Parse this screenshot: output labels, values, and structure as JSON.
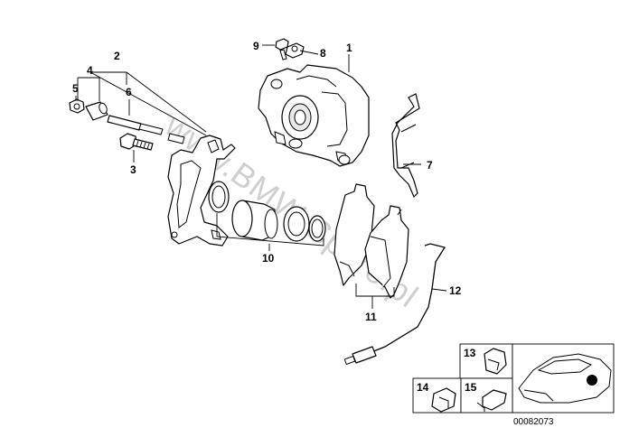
{
  "labels": {
    "p1": "1",
    "p2": "2",
    "p3": "3",
    "p4": "4",
    "p5": "5",
    "p6": "6",
    "p7": "7",
    "p8": "8",
    "p9": "9",
    "p10": "10",
    "p11": "11",
    "p12": "12",
    "p13": "13",
    "p14": "14",
    "p15": "15"
  },
  "watermark": "www.BMW-Spare.pl",
  "reference_code": "00082073",
  "colors": {
    "line": "#000000",
    "watermark": "#cfcfcf",
    "marker": "#000000"
  }
}
